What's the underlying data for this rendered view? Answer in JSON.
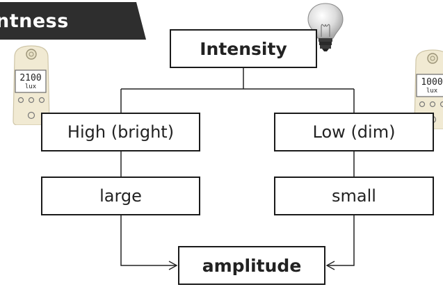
{
  "title": "ntness",
  "diagram": {
    "root": "Intensity",
    "left_branch": {
      "level": "High (bright)",
      "size": "large"
    },
    "right_branch": {
      "level": "Low (dim)",
      "size": "small"
    },
    "result": "amplitude"
  },
  "meters": {
    "left": {
      "value": "2100",
      "unit": "lux"
    },
    "right": {
      "value": "1000",
      "unit": "lux"
    }
  },
  "icons": [
    "light-bulb-icon",
    "lux-meter-icon"
  ],
  "colors": {
    "banner": "#2e2e2e",
    "box_border": "#1a1a1a",
    "meter_body": "#f1ead3"
  }
}
